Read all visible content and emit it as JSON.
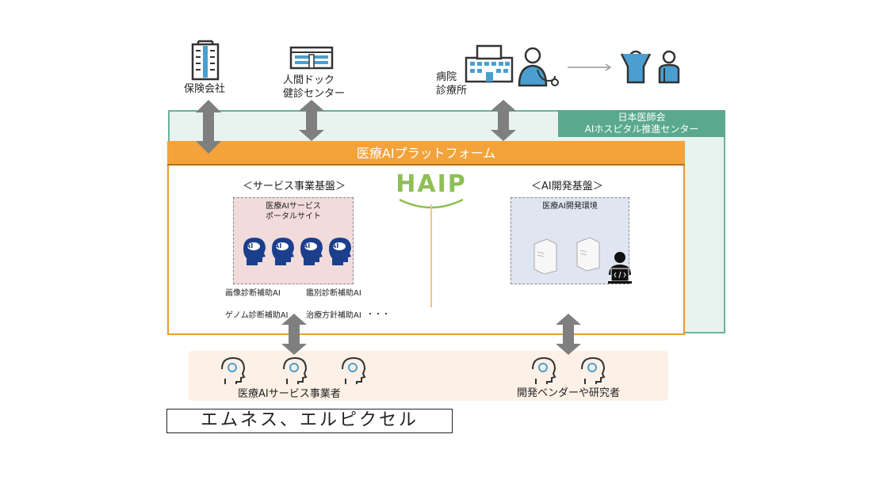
{
  "stakeholders": {
    "insurance": "保険会社",
    "checkup_line1": "人間ドック",
    "checkup_line2": "健診センター",
    "hospital_line1": "病院",
    "hospital_line2": "診療所"
  },
  "jma": {
    "line1": "日本医師会",
    "line2": "AIホスピタル推進センター"
  },
  "platform": {
    "title": "医療AIプラットフォーム",
    "logo_text": "HAIP"
  },
  "service_base": {
    "title": "＜サービス事業基盤＞",
    "portal_line1": "医療AIサービス",
    "portal_line2": "ポータルサイト",
    "ai_badge": "AI",
    "items": [
      "画像診断補助AI",
      "鑑別診断補助AI",
      "ゲノム診断補助AI",
      "治療方針補助AI"
    ],
    "ellipsis": "・・・"
  },
  "dev_base": {
    "title": "＜AI開発基盤＞",
    "env_label": "医療AI開発環境"
  },
  "bottom": {
    "providers": "医療AIサービス事業者",
    "vendors": "開発ベンダーや研究者"
  },
  "signature": "エムネス、エルピクセル",
  "colors": {
    "platform_orange": "#f3a33a",
    "teal": "#5aa98f",
    "arrow_gray": "#7f7f7f",
    "icon_blue": "#4a9fd0",
    "ai_head_navy": "#1c3f8c",
    "logo_green": "#8dbf55",
    "logo_pink": "#e0668a"
  }
}
